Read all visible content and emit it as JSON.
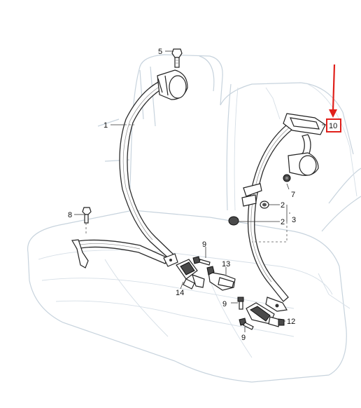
{
  "callouts": {
    "c1": "1",
    "c2a": "2",
    "c2b": "2",
    "c3": "3",
    "c5": "5",
    "c7": "7",
    "c8": "8",
    "c9a": "9",
    "c9b": "9",
    "c9c": "9",
    "c10": "10",
    "c12": "12",
    "c13": "13",
    "c14": "14"
  },
  "colors": {
    "highlight": "#e0201b",
    "seat_outline": "#c7d3dd"
  }
}
